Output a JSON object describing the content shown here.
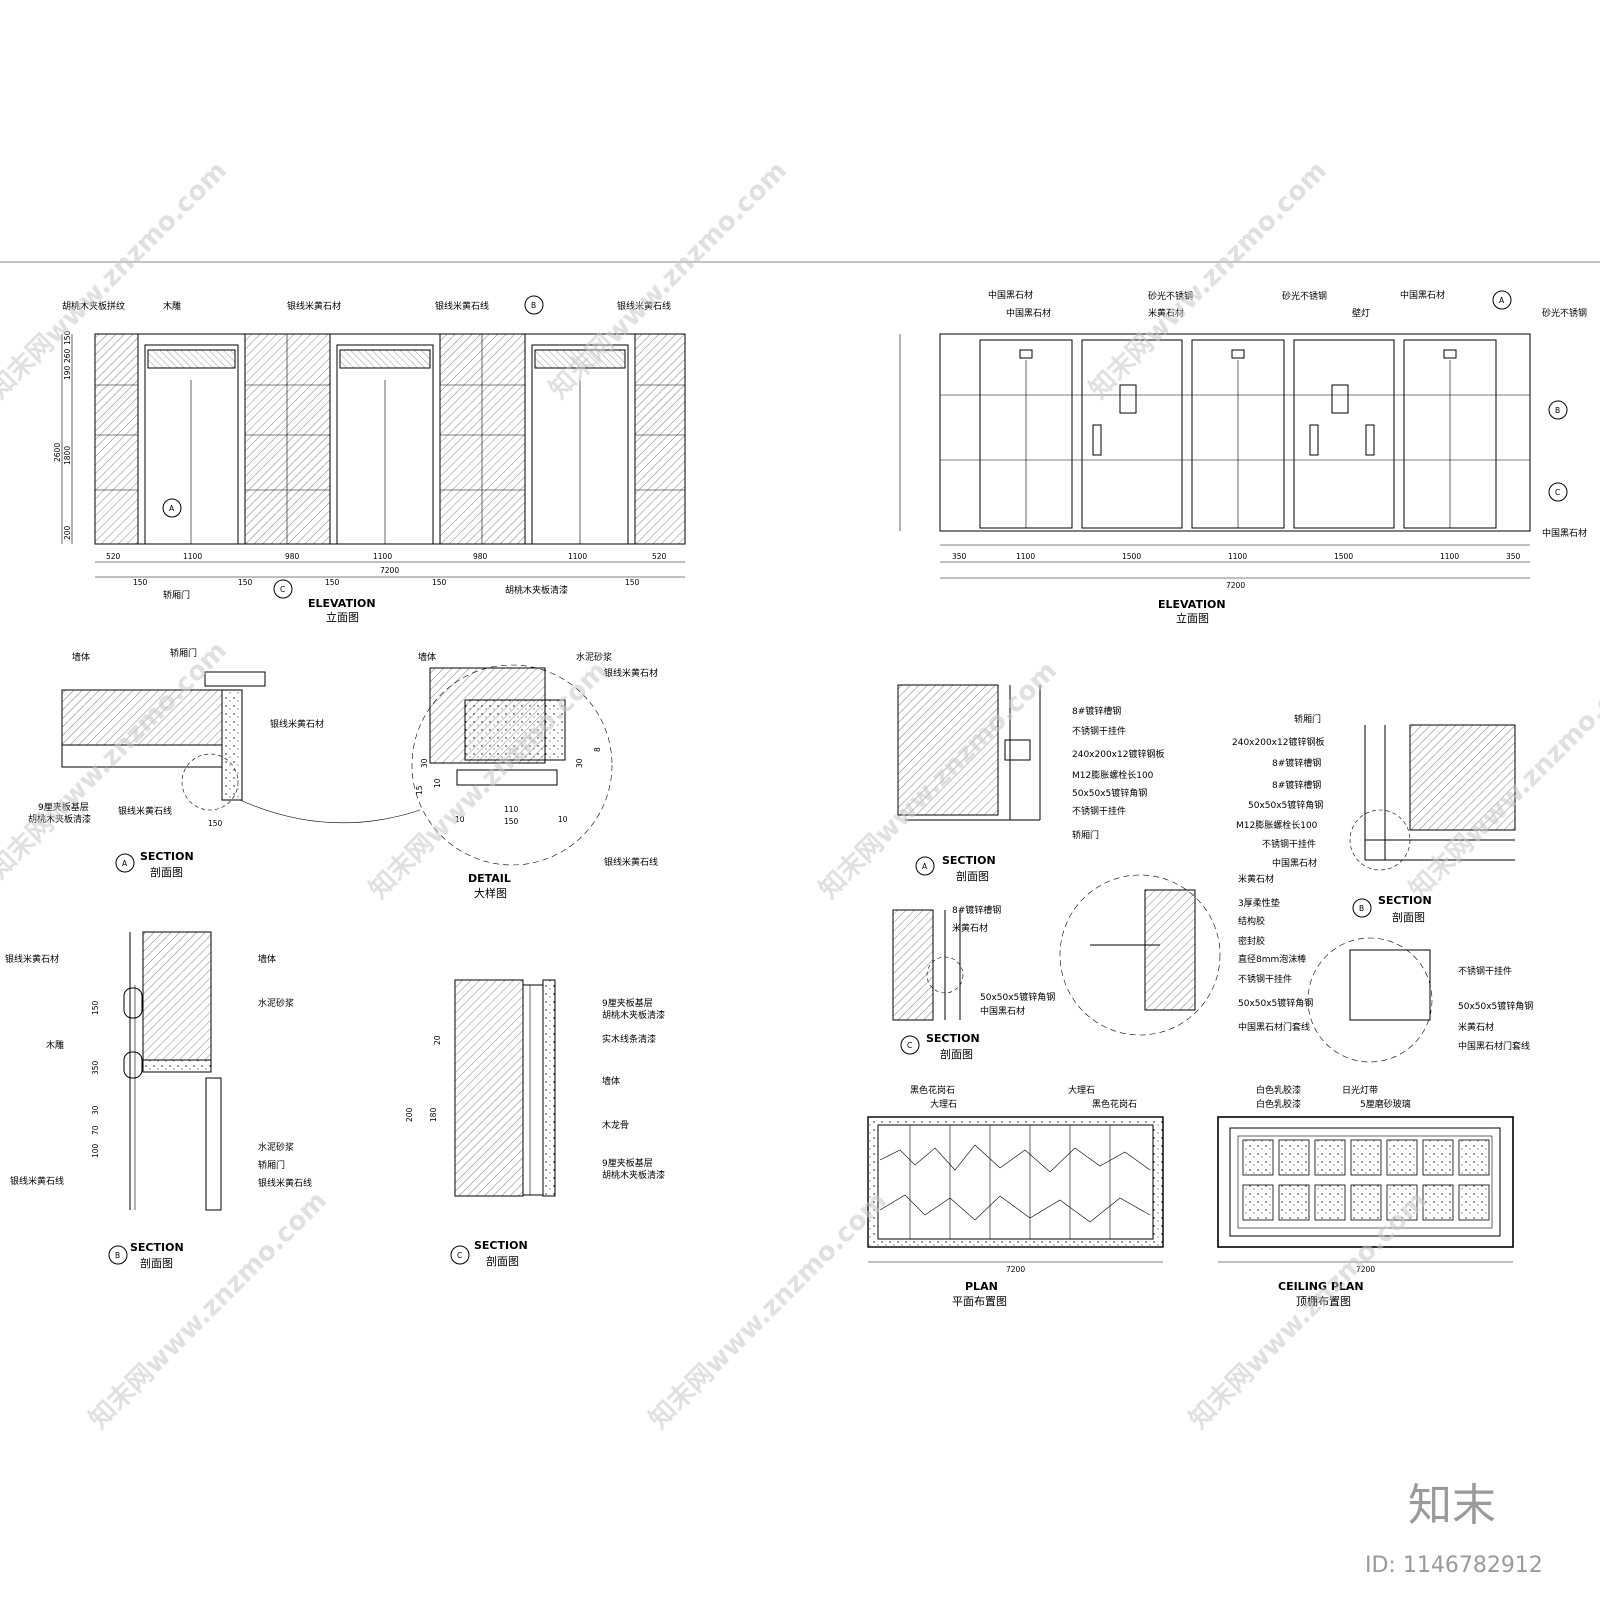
{
  "left_elevation": {
    "title_en": "ELEVATION",
    "title_cn": "立面图",
    "labels": [
      "胡桃木夹板拼纹",
      "木雕",
      "银线米黄石材",
      "银线米黄石线",
      "银线米黄石线"
    ],
    "bottom_labels": [
      "轿厢门",
      "胡桃木夹板清漆"
    ],
    "dims_top": [
      "520",
      "1100",
      "980",
      "1100",
      "980",
      "1100",
      "520"
    ],
    "dims_total": "7200",
    "dims_150": [
      "150",
      "150",
      "150",
      "150",
      "150"
    ],
    "dims_side": [
      "150",
      "260",
      "190",
      "1800",
      "200",
      "2600"
    ],
    "markers": {
      "a": "A",
      "b": "B",
      "c": "C"
    }
  },
  "section_a_left": {
    "title_en": "SECTION",
    "title_cn": "剖面图",
    "marker": "A",
    "labels": [
      "墙体",
      "轿厢门",
      "银线米黄石材",
      "9厘夹板基层",
      "胡桃木夹板清漆",
      "银线米黄石线"
    ],
    "dim": "150"
  },
  "detail": {
    "title_en": "DETAIL",
    "title_cn": "大样图",
    "labels": [
      "墙体",
      "水泥砂浆",
      "银线米黄石材",
      "银线米黄石线"
    ],
    "dims": [
      "30",
      "10",
      "15",
      "110",
      "10",
      "150",
      "10",
      "30",
      "8"
    ]
  },
  "section_b_left": {
    "title_en": "SECTION",
    "title_cn": "剖面图",
    "marker": "B",
    "labels_left": [
      "银线米黄石材",
      "木雕",
      "银线米黄石线"
    ],
    "labels_right": [
      "墙体",
      "水泥砂浆",
      "水泥砂浆",
      "轿厢门",
      "银线米黄石线"
    ],
    "dims": [
      "150",
      "350",
      "30",
      "70",
      "100"
    ]
  },
  "section_c_left": {
    "title_en": "SECTION",
    "title_cn": "剖面图",
    "marker": "C",
    "labels": [
      "9厘夹板基层",
      "胡桃木夹板清漆",
      "实木线条清漆",
      "墙体",
      "木龙骨",
      "9厘夹板基层",
      "胡桃木夹板清漆"
    ],
    "dims": [
      "20",
      "200",
      "180"
    ]
  },
  "right_elevation": {
    "title_en": "ELEVATION",
    "title_cn": "立面图",
    "labels": [
      "中国黑石材",
      "中国黑石材",
      "砂光不锈钢",
      "米黄石材",
      "砂光不锈钢",
      "壁灯",
      "中国黑石材",
      "砂光不锈钢",
      "中国黑石材"
    ],
    "dims_bottom": [
      "350",
      "1100",
      "1500",
      "1100",
      "1500",
      "1100",
      "350"
    ],
    "dims_total": "7200",
    "markers": {
      "a": "A",
      "b": "B",
      "c": "C"
    }
  },
  "section_a_right": {
    "title_en": "SECTION",
    "title_cn": "剖面图",
    "marker": "A",
    "labels": [
      "8#镀锌槽钢",
      "不锈钢干挂件",
      "240x200x12镀锌钢板",
      "M12膨胀螺栓长100",
      "50x50x5镀锌角钢",
      "不锈钢干挂件",
      "轿厢门"
    ]
  },
  "section_b_right": {
    "title_en": "SECTION",
    "title_cn": "剖面图",
    "marker": "B",
    "labels": [
      "轿厢门",
      "240x200x12镀锌钢板",
      "8#镀锌槽钢",
      "8#镀锌槽钢",
      "50x50x5镀锌角钢",
      "M12膨胀螺栓长100",
      "不锈钢干挂件",
      "中国黑石材"
    ]
  },
  "section_c_right": {
    "title_en": "SECTION",
    "title_cn": "剖面图",
    "marker": "C",
    "labels": [
      "8#镀锌槽钢",
      "米黄石材",
      "50x50x5镀锌角钢",
      "中国黑石材"
    ],
    "detail_labels": [
      "米黄石材",
      "3厚柔性垫",
      "结构胶",
      "密封胶",
      "直径8mm泡沫棒",
      "不锈钢干挂件",
      "50x50x5镀锌角钢",
      "中国黑石材门套线"
    ],
    "detail2_labels": [
      "不锈钢干挂件",
      "50x50x5镀锌角钢",
      "米黄石材",
      "中国黑石材门套线"
    ]
  },
  "plan": {
    "title_en": "PLAN",
    "title_cn": "平面布置图",
    "labels": [
      "黑色花岗石",
      "大理石",
      "大理石",
      "黑色花岗石"
    ],
    "dims_total": "7200"
  },
  "ceiling_plan": {
    "title_en": "CEILING PLAN",
    "title_cn": "顶棚布置图",
    "labels": [
      "白色乳胶漆",
      "白色乳胶漆",
      "日光灯带",
      "5厘磨砂玻璃"
    ],
    "dims_total": "7200"
  },
  "watermark": {
    "text": "知末网www.znzmo.com",
    "logo": "知末",
    "id": "ID: 1146782912"
  }
}
